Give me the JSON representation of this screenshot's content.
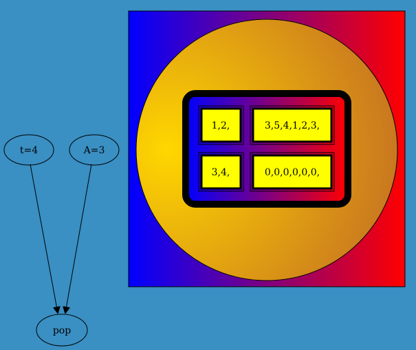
{
  "colors": {
    "background": "#3a8fc3",
    "gradient_left": "#0000ff",
    "gradient_right": "#ff0000",
    "circle_center": "#ffd700",
    "circle_edge": "#c87520",
    "cell_fill": "#ffff00",
    "stroke": "#000000"
  },
  "nodes": {
    "t": "t=4",
    "a": "A=3",
    "pop": "pop"
  },
  "edges": [
    {
      "from": "t=4",
      "to": "pop"
    },
    {
      "from": "A=3",
      "to": "pop"
    }
  ],
  "table": {
    "rows": [
      [
        "1,2,",
        "3,5,4,1,2,3,"
      ],
      [
        "3,4,",
        "0,0,0,0,0,0,"
      ]
    ]
  }
}
